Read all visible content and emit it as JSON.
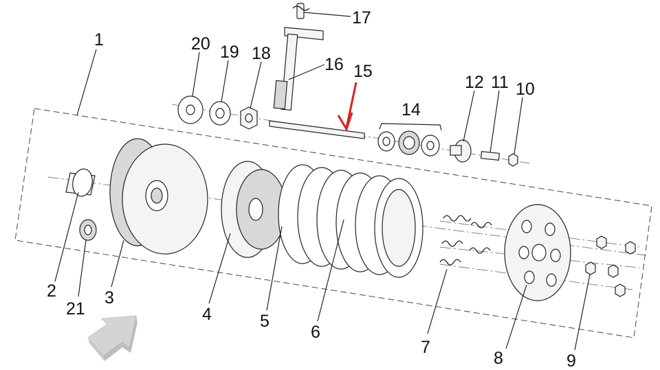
{
  "callouts": {
    "c1": "1",
    "c2": "2",
    "c3": "3",
    "c4": "4",
    "c5": "5",
    "c6": "6",
    "c7": "7",
    "c8": "8",
    "c9": "9",
    "c10": "10",
    "c11": "11",
    "c12": "12",
    "c14": "14",
    "c15": "15",
    "c16": "16",
    "c17": "17",
    "c18": "18",
    "c19": "19",
    "c20": "20",
    "c21": "21"
  },
  "colors": {
    "highlight_arrow": "#e02020",
    "direction_arrow": "#d4d4d4",
    "line": "#222222"
  },
  "icons": {
    "highlight": "red-arrow-icon",
    "direction": "gray-3d-arrow-icon"
  }
}
